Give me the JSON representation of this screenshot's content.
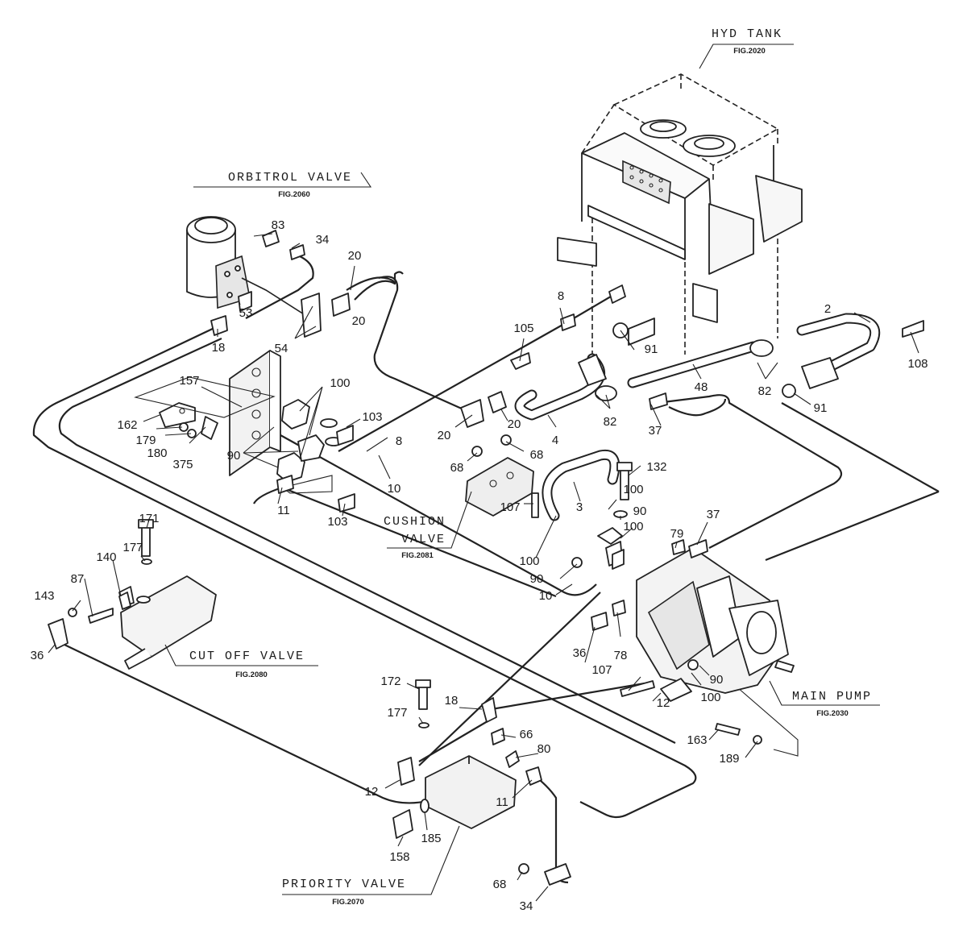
{
  "components": {
    "hyd_tank": {
      "title": "HYD TANK",
      "fig": "FIG.2020"
    },
    "orbitrol_valve": {
      "title": "ORBITROL VALVE",
      "fig": "FIG.2060"
    },
    "cushion_valve": {
      "title_line1": "CUSHION",
      "title_line2": "VALVE",
      "fig": "FIG.2081"
    },
    "cut_off_valve": {
      "title": "CUT OFF VALVE",
      "fig": "FIG.2080"
    },
    "main_pump": {
      "title": "MAIN PUMP",
      "fig": "FIG.2030"
    },
    "priority_valve": {
      "title": "PRIORITY VALVE",
      "fig": "FIG.2070"
    }
  },
  "callouts": [
    {
      "id": "c83",
      "label": "83"
    },
    {
      "id": "c34a",
      "label": "34"
    },
    {
      "id": "c20a",
      "label": "20"
    },
    {
      "id": "c20b",
      "label": "20"
    },
    {
      "id": "c53",
      "label": "53"
    },
    {
      "id": "c18a",
      "label": "18"
    },
    {
      "id": "c54",
      "label": "54"
    },
    {
      "id": "c8a",
      "label": "8"
    },
    {
      "id": "c105",
      "label": "105"
    },
    {
      "id": "c91a",
      "label": "91"
    },
    {
      "id": "c2",
      "label": "2"
    },
    {
      "id": "c108",
      "label": "108"
    },
    {
      "id": "c82a",
      "label": "82"
    },
    {
      "id": "c82b",
      "label": "82"
    },
    {
      "id": "c48",
      "label": "48"
    },
    {
      "id": "c91b",
      "label": "91"
    },
    {
      "id": "c157",
      "label": "157"
    },
    {
      "id": "c100a",
      "label": "100"
    },
    {
      "id": "c162",
      "label": "162"
    },
    {
      "id": "c179",
      "label": "179"
    },
    {
      "id": "c180",
      "label": "180"
    },
    {
      "id": "c375",
      "label": "375"
    },
    {
      "id": "c90a",
      "label": "90"
    },
    {
      "id": "c103a",
      "label": "103"
    },
    {
      "id": "c8b",
      "label": "8"
    },
    {
      "id": "c20c",
      "label": "20"
    },
    {
      "id": "c20d",
      "label": "20"
    },
    {
      "id": "c4",
      "label": "4"
    },
    {
      "id": "c37a",
      "label": "37"
    },
    {
      "id": "c68a",
      "label": "68"
    },
    {
      "id": "c68b",
      "label": "68"
    },
    {
      "id": "c132",
      "label": "132"
    },
    {
      "id": "c10a",
      "label": "10"
    },
    {
      "id": "c11a",
      "label": "11"
    },
    {
      "id": "c103b",
      "label": "103"
    },
    {
      "id": "c107a",
      "label": "107"
    },
    {
      "id": "c3",
      "label": "3"
    },
    {
      "id": "c100b",
      "label": "100"
    },
    {
      "id": "c90b",
      "label": "90"
    },
    {
      "id": "c37b",
      "label": "37"
    },
    {
      "id": "c100c",
      "label": "100"
    },
    {
      "id": "c79",
      "label": "79"
    },
    {
      "id": "c171",
      "label": "171"
    },
    {
      "id": "c177a",
      "label": "177"
    },
    {
      "id": "c140",
      "label": "140"
    },
    {
      "id": "c87",
      "label": "87"
    },
    {
      "id": "c100d",
      "label": "100"
    },
    {
      "id": "c90c",
      "label": "90"
    },
    {
      "id": "c10b",
      "label": "10"
    },
    {
      "id": "c143",
      "label": "143"
    },
    {
      "id": "c36a",
      "label": "36"
    },
    {
      "id": "c36b",
      "label": "36"
    },
    {
      "id": "c78",
      "label": "78"
    },
    {
      "id": "c107b",
      "label": "107"
    },
    {
      "id": "c12a",
      "label": "12"
    },
    {
      "id": "c100e",
      "label": "100"
    },
    {
      "id": "c90d",
      "label": "90"
    },
    {
      "id": "c172",
      "label": "172"
    },
    {
      "id": "c177b",
      "label": "177"
    },
    {
      "id": "c18b",
      "label": "18"
    },
    {
      "id": "c66",
      "label": "66"
    },
    {
      "id": "c80",
      "label": "80"
    },
    {
      "id": "c163",
      "label": "163"
    },
    {
      "id": "c189",
      "label": "189"
    },
    {
      "id": "c12b",
      "label": "12"
    },
    {
      "id": "c11b",
      "label": "11"
    },
    {
      "id": "c158",
      "label": "158"
    },
    {
      "id": "c185",
      "label": "185"
    },
    {
      "id": "c68c",
      "label": "68"
    },
    {
      "id": "c34b",
      "label": "34"
    }
  ]
}
